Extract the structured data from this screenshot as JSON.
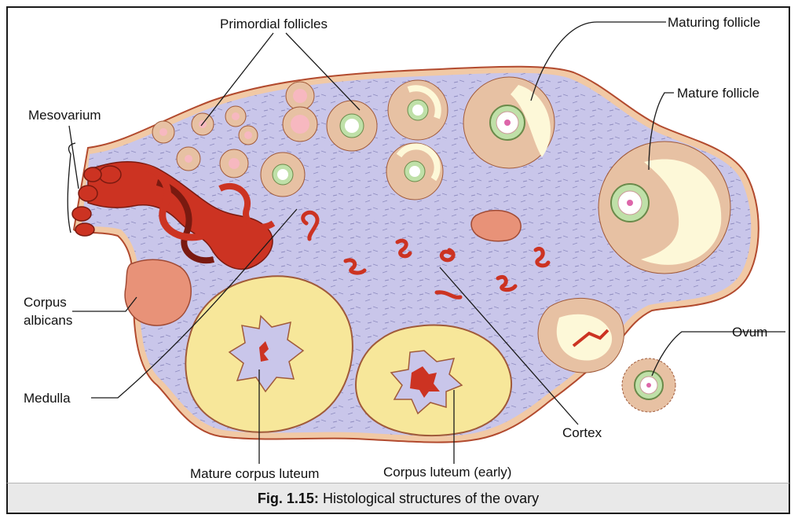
{
  "labels": {
    "primordial_follicles": "Primordial follicles",
    "maturing_follicle": "Maturing follicle",
    "mature_follicle": "Mature follicle",
    "mesovarium": "Mesovarium",
    "corpus_albicans_line1": "Corpus",
    "corpus_albicans_line2": "albicans",
    "medulla": "Medulla",
    "ovum": "Ovum",
    "cortex": "Cortex",
    "mature_corpus_luteum": "Mature corpus luteum",
    "corpus_luteum_early": "Corpus luteum (early)"
  },
  "caption": {
    "number": "Fig. 1.15:",
    "text": "Histological structures of the ovary"
  },
  "colors": {
    "stroma": "#c9c6ea",
    "capsule": "#f1c9a5",
    "vessels": "#cc3322",
    "luteum": "#f7e79a",
    "follicle_cells": "#e7c1a3",
    "albicans": "#e89278",
    "antrum": "#fdf8d8"
  }
}
